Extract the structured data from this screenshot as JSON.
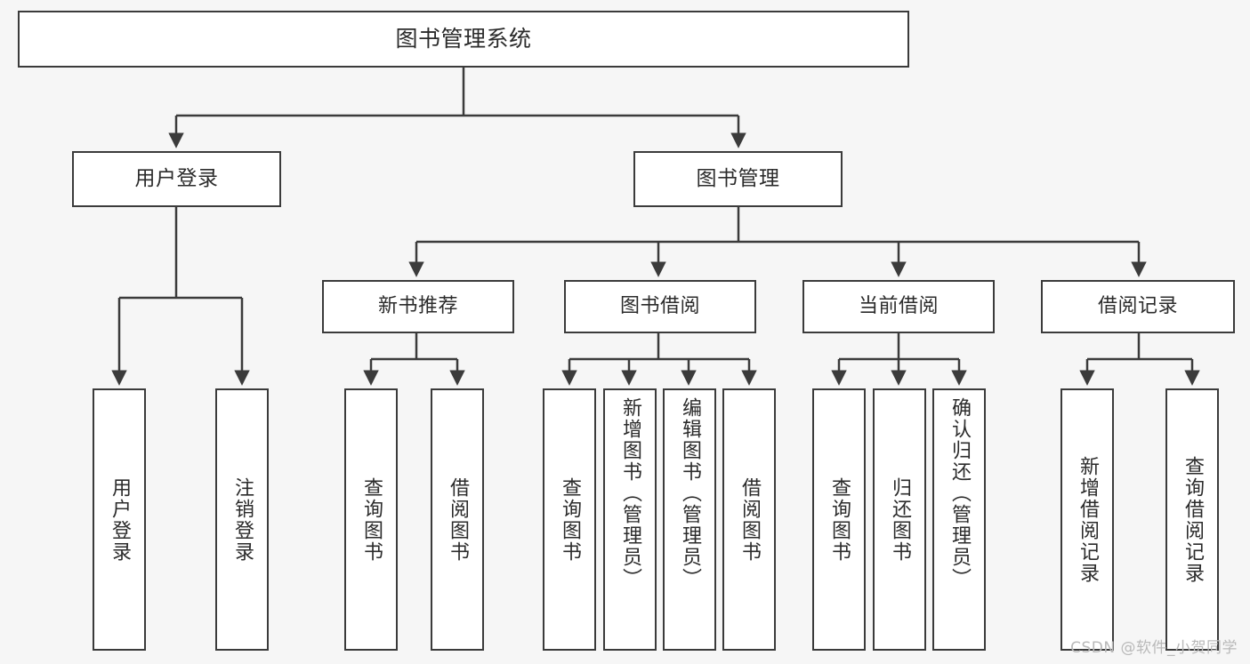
{
  "diagram": {
    "title": "图书管理系统",
    "type": "tree",
    "watermark": "CSDN @软件_小贺同学",
    "colors": {
      "background": "#f6f6f6",
      "node_fill": "#ffffff",
      "node_border": "#3b3b3b",
      "edge": "#3b3b3b",
      "text": "#2b2b2b",
      "watermark": "#b9b9b9"
    },
    "root": {
      "label": "图书管理系统"
    },
    "level1": [
      {
        "label": "用户登录"
      },
      {
        "label": "图书管理"
      }
    ],
    "level2": [
      {
        "label": "新书推荐"
      },
      {
        "label": "图书借阅"
      },
      {
        "label": "当前借阅"
      },
      {
        "label": "借阅记录"
      }
    ],
    "leaves": {
      "user_login": [
        {
          "label": "用户登录"
        },
        {
          "label": "注销登录"
        }
      ],
      "new_book_recommend": [
        {
          "label": "查询图书"
        },
        {
          "label": "借阅图书"
        }
      ],
      "book_borrow": [
        {
          "label": "查询图书"
        },
        {
          "label": "新增图书（管理员）"
        },
        {
          "label": "编辑图书（管理员）"
        },
        {
          "label": "借阅图书"
        }
      ],
      "current_borrow": [
        {
          "label": "查询图书"
        },
        {
          "label": "归还图书"
        },
        {
          "label": "确认归还（管理员）"
        }
      ],
      "borrow_record": [
        {
          "label": "新增借阅记录"
        },
        {
          "label": "查询借阅记录"
        }
      ]
    }
  }
}
